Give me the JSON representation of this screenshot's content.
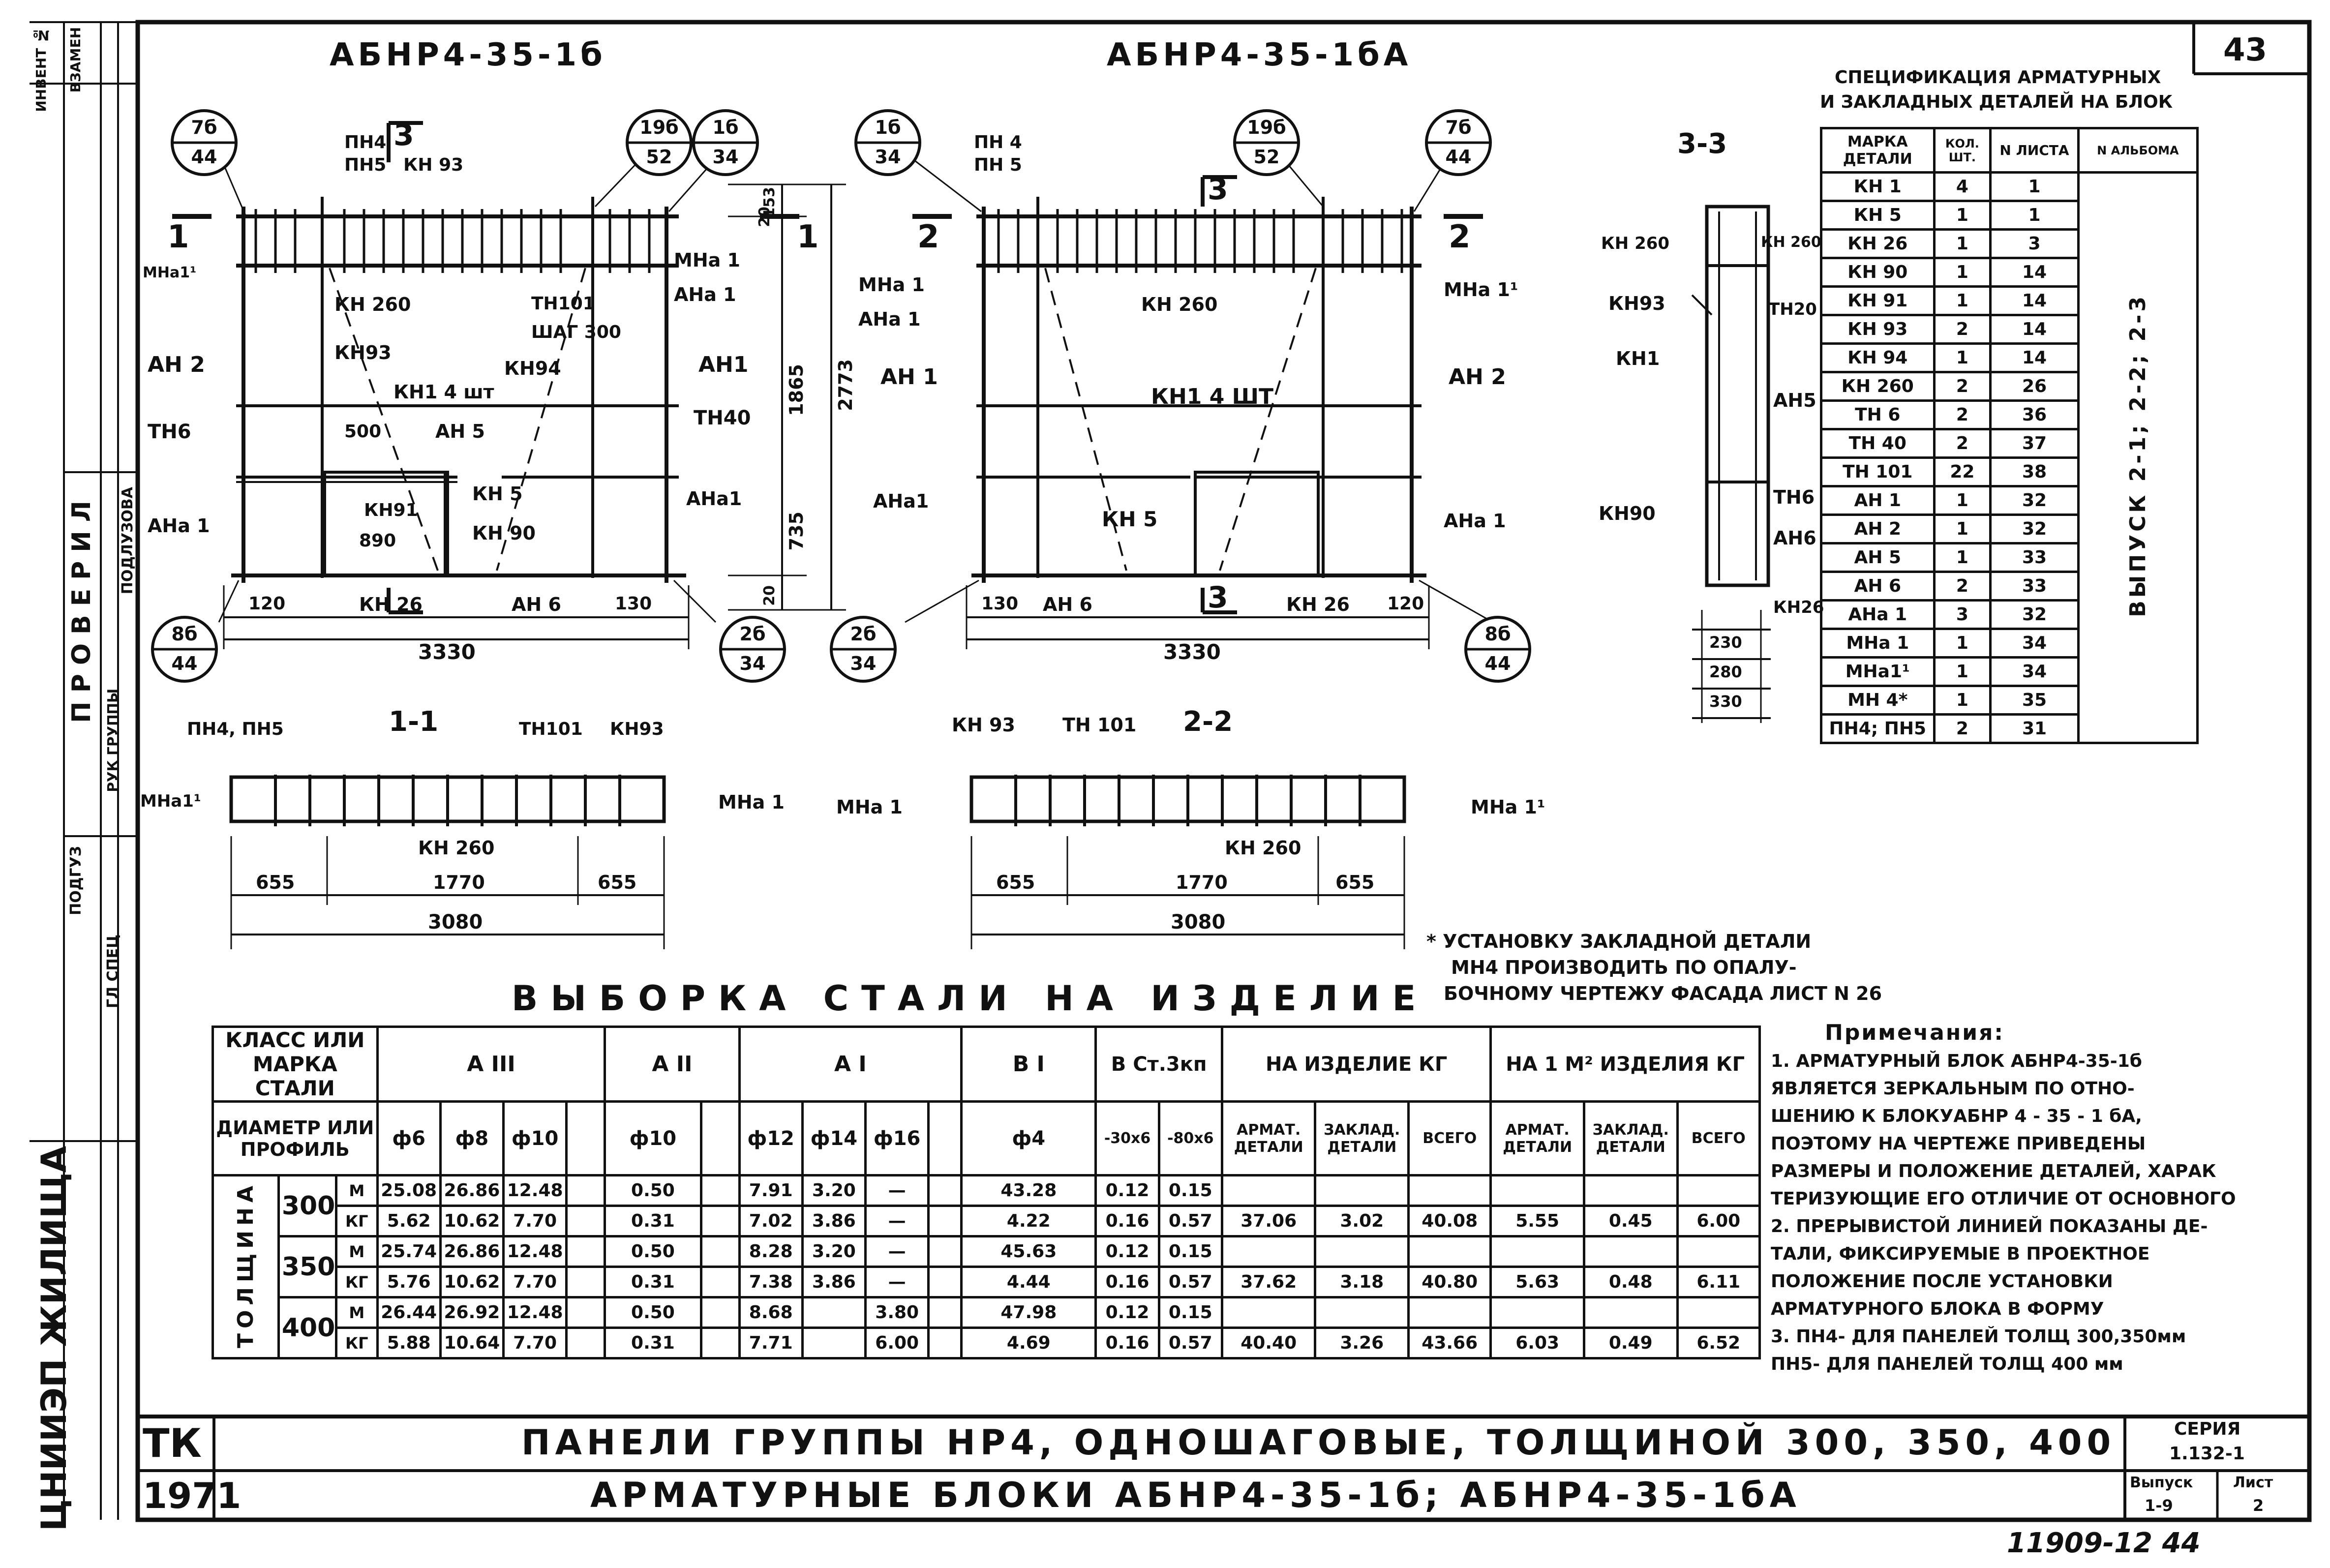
{
  "sheet_number": "43",
  "headings": {
    "left_title": "АБНР4-35-1б",
    "right_title": "АБНР4-35-1бА"
  },
  "left_margin": {
    "stamp_1": "ИНВЕНТ №",
    "stamp_2": "ВЗАМЕН",
    "stamp_3": "ПОДЛУЗОВА",
    "stamp_4": "ПРОВЕРИЛ",
    "stamp_5": "РУК ГРУППЫ",
    "stamp_6": "ПОДГУЗ",
    "stamp_7": "ГЛ СПЕЦ",
    "stamp_8": "ЦНИИЭП ЖИЛИЩА"
  },
  "callouts": [
    {
      "top": "7б",
      "bottom": "44"
    },
    {
      "top": "19б",
      "bottom": "52"
    },
    {
      "top": "1б",
      "bottom": "34"
    },
    {
      "top": "1б",
      "bottom": "34"
    },
    {
      "top": "19б",
      "bottom": "52"
    },
    {
      "top": "7б",
      "bottom": "44"
    },
    {
      "top": "8б",
      "bottom": "44"
    },
    {
      "top": "2б",
      "bottom": "34"
    },
    {
      "top": "2б",
      "bottom": "34"
    },
    {
      "top": "8б",
      "bottom": "44"
    }
  ],
  "drawing_a_labels": {
    "pn4": "ПН4",
    "pn5": "ПН5",
    "kn93": "КН 93",
    "sec3": "3",
    "mna11": "МНа1¹",
    "sec1": "1",
    "kn260": "КН 260",
    "tn101": "ТН101",
    "step": "ШАГ 300",
    "mna1": "МНа 1",
    "ana1": "АНа 1",
    "an2": "АН 2",
    "kn93b": "КН93",
    "kn94": "КН94",
    "kn1": "КН1 4 шт",
    "an1": "АН1",
    "tn6": "ТН6",
    "d500": "500",
    "an5": "АН 5",
    "tn40": "ТН40",
    "kn5": "КН 5",
    "kn91": "КН91",
    "kn90": "КН 90",
    "d890": "890",
    "ana1b": "АНа 1",
    "ana1c": "АНа1",
    "kn26": "КН 26",
    "an6": "АН 6",
    "d120": "120",
    "d130": "130",
    "d3330": "3330",
    "d20a": "20",
    "d153": "153",
    "d1865": "1865",
    "d2773": "2773",
    "d735": "735",
    "d20b": "20",
    "sec1r": "1"
  },
  "drawing_b_labels": {
    "pn4": "ПН 4",
    "pn5": "ПН 5",
    "sec2": "2",
    "sec3": "3",
    "mna1": "МНа 1",
    "ana1": "АНа 1",
    "kn260": "КН 260",
    "an1": "АН 1",
    "kn1": "КН1 4 ШТ",
    "an2": "АН 2",
    "mna11": "МНа 1¹",
    "sec2r": "2",
    "ana1b": "АНа1",
    "kn5": "КН 5",
    "ana1c": "АНа 1",
    "d130": "130",
    "an6": "АН 6",
    "sec3b": "3",
    "kn26": "КН 26",
    "d120": "120",
    "d3330": "3330"
  },
  "section_33": {
    "title": "3-3",
    "kn260a": "КН 260",
    "kn260b": "КН 260",
    "kn93": "КН93",
    "tn20": "ТН20",
    "kn1": "КН1",
    "an5": "АН5",
    "tn6": "ТН6",
    "kn90": "КН90",
    "an6": "АН6",
    "kn26": "КН26",
    "d230": "230",
    "d280": "280",
    "d330": "330"
  },
  "section_11": {
    "title": "1-1",
    "pn": "ПН4, ПН5",
    "tn101": "ТН101",
    "kn93": "КН93",
    "mna11": "МНа1¹",
    "mna1": "МНа 1",
    "kn260": "КН 260",
    "d655a": "655",
    "d1770": "1770",
    "d655b": "655",
    "d3080": "3080"
  },
  "section_22": {
    "title": "2-2",
    "kn93": "КН 93",
    "tn101": "ТН 101",
    "mna1": "МНа 1",
    "mna11": "МНа 1¹",
    "kn260": "КН 260",
    "d655a": "655",
    "d1770": "1770",
    "d655b": "655",
    "d3080": "3080"
  },
  "spec": {
    "title_1": "СПЕЦИФИКАЦИЯ АРМАТУРНЫХ",
    "title_2": "И ЗАКЛАДНЫХ ДЕТАЛЕЙ НА БЛОК",
    "headers": [
      "МАРКА ДЕТАЛИ",
      "КОЛ. ШТ.",
      "N ЛИСТА",
      "N АЛЬБОМА"
    ],
    "rows": [
      [
        "КН 1",
        "4",
        "1"
      ],
      [
        "КН 5",
        "1",
        "1"
      ],
      [
        "КН 26",
        "1",
        "3"
      ],
      [
        "КН 90",
        "1",
        "14"
      ],
      [
        "КН 91",
        "1",
        "14"
      ],
      [
        "КН 93",
        "2",
        "14"
      ],
      [
        "КН 94",
        "1",
        "14"
      ],
      [
        "КН 260",
        "2",
        "26"
      ],
      [
        "ТН 6",
        "2",
        "36"
      ],
      [
        "ТН 40",
        "2",
        "37"
      ],
      [
        "ТН 101",
        "22",
        "38"
      ],
      [
        "АН 1",
        "1",
        "32"
      ],
      [
        "АН 2",
        "1",
        "32"
      ],
      [
        "АН 5",
        "1",
        "33"
      ],
      [
        "АН 6",
        "2",
        "33"
      ],
      [
        "АНа 1",
        "3",
        "32"
      ],
      [
        "МНа 1",
        "1",
        "34"
      ],
      [
        "МНа1¹",
        "1",
        "34"
      ],
      [
        "МН 4*",
        "1",
        "35"
      ],
      [
        "ПН4; ПН5",
        "2",
        "31"
      ]
    ],
    "album_text": "ВЫПУСК 2-1; 2-2; 2-3"
  },
  "footnote": {
    "l1": "* УСТАНОВКУ ЗАКЛАДНОЙ ДЕТАЛИ",
    "l2": "МН4 ПРОИЗВОДИТЬ ПО ОПАЛУ-",
    "l3": "БОЧНОМУ ЧЕРТЕЖУ ФАСАДА ЛИСТ N 26"
  },
  "steel": {
    "title": "ВЫБОРКА СТАЛИ НА ИЗДЕЛИЕ",
    "h_class": "КЛАСС ИЛИ МАРКА СТАЛИ",
    "h_diam": "ДИАМЕТР ИЛИ ПРОФИЛЬ",
    "h_thick": "ТОЛЩИНА",
    "g_a3": "А III",
    "g_a2": "А II",
    "g_a1": "А I",
    "g_b1": "В I",
    "g_st": "В Ст.3кп",
    "g_item": "НА ИЗДЕЛИЕ КГ",
    "g_m2": "НА 1 М² ИЗДЕЛИЯ КГ",
    "cols": [
      "ф6",
      "ф8",
      "ф10",
      "ф10",
      "ф12",
      "ф14",
      "ф16",
      "ф4",
      "-30х6",
      "-80х6",
      "АРМАТ. ДЕТАЛИ",
      "ЗАКЛАД. ДЕТАЛИ",
      "ВСЕГО",
      "АРМАТ. ДЕТАЛИ",
      "ЗАКЛАД. ДЕТАЛИ",
      "ВСЕГО"
    ],
    "rows": [
      {
        "thick": "300",
        "unit": "М",
        "v": [
          "25.08",
          "26.86",
          "12.48",
          "0.50",
          "7.91",
          "3.20",
          "—",
          "43.28",
          "0.12",
          "0.15",
          "",
          "",
          "",
          "",
          "",
          ""
        ]
      },
      {
        "thick": "",
        "unit": "КГ",
        "v": [
          "5.62",
          "10.62",
          "7.70",
          "0.31",
          "7.02",
          "3.86",
          "—",
          "4.22",
          "0.16",
          "0.57",
          "37.06",
          "3.02",
          "40.08",
          "5.55",
          "0.45",
          "6.00"
        ]
      },
      {
        "thick": "350",
        "unit": "М",
        "v": [
          "25.74",
          "26.86",
          "12.48",
          "0.50",
          "8.28",
          "3.20",
          "—",
          "45.63",
          "0.12",
          "0.15",
          "",
          "",
          "",
          "",
          "",
          ""
        ]
      },
      {
        "thick": "",
        "unit": "КГ",
        "v": [
          "5.76",
          "10.62",
          "7.70",
          "0.31",
          "7.38",
          "3.86",
          "—",
          "4.44",
          "0.16",
          "0.57",
          "37.62",
          "3.18",
          "40.80",
          "5.63",
          "0.48",
          "6.11"
        ]
      },
      {
        "thick": "400",
        "unit": "М",
        "v": [
          "26.44",
          "26.92",
          "12.48",
          "0.50",
          "8.68",
          "",
          "3.80",
          "47.98",
          "0.12",
          "0.15",
          "",
          "",
          "",
          "",
          "",
          ""
        ]
      },
      {
        "thick": "",
        "unit": "КГ",
        "v": [
          "5.88",
          "10.64",
          "7.70",
          "0.31",
          "7.71",
          "",
          "6.00",
          "4.69",
          "0.16",
          "0.57",
          "40.40",
          "3.26",
          "43.66",
          "6.03",
          "0.49",
          "6.52"
        ]
      }
    ]
  },
  "notes": {
    "title": "Примечания:",
    "lines": [
      "1. АРМАТУРНЫЙ БЛОК АБНР4-35-1б",
      "ЯВЛЯЕТСЯ ЗЕРКАЛЬНЫМ ПО ОТНО-",
      "ШЕНИЮ К БЛОКУАБНР 4 - 35 - 1 бА,",
      "ПОЭТОМУ НА ЧЕРТЕЖЕ ПРИВЕДЕНЫ",
      "РАЗМЕРЫ И ПОЛОЖЕНИЕ ДЕТАЛЕЙ, ХАРАК",
      "ТЕРИЗУЮЩИЕ ЕГО ОТЛИЧИЕ ОТ ОСНОВНОГО",
      "2. ПРЕРЫВИСТОЙ ЛИНИЕЙ ПОКАЗАНЫ ДЕ-",
      "ТАЛИ, ФИКСИРУЕМЫЕ В ПРОЕКТНОЕ",
      "ПОЛОЖЕНИЕ ПОСЛЕ УСТАНОВКИ",
      "АРМАТУРНОГО БЛОКА В ФОРМУ",
      "3. ПН4- ДЛЯ ПАНЕЛЕЙ ТОЛЩ 300,350мм",
      "ПН5- ДЛЯ ПАНЕЛЕЙ ТОЛЩ 400 мм"
    ]
  },
  "title_block": {
    "tk": "ТК",
    "year": "1971",
    "line1": "ПАНЕЛИ ГРУППЫ НР4, ОДНОШАГОВЫЕ, ТОЛЩИНОЙ 300, 350, 400",
    "line2": "АРМАТУРНЫЕ БЛОКИ АБНР4-35-1б; АБНР4-35-1бА",
    "series_label": "СЕРИЯ",
    "series_value": "1.132-1",
    "issue_label": "Выпуск",
    "issue_value": "1-9",
    "sheet_label": "Лист",
    "sheet_value": "2"
  },
  "bottom_code": "11909-12 44"
}
